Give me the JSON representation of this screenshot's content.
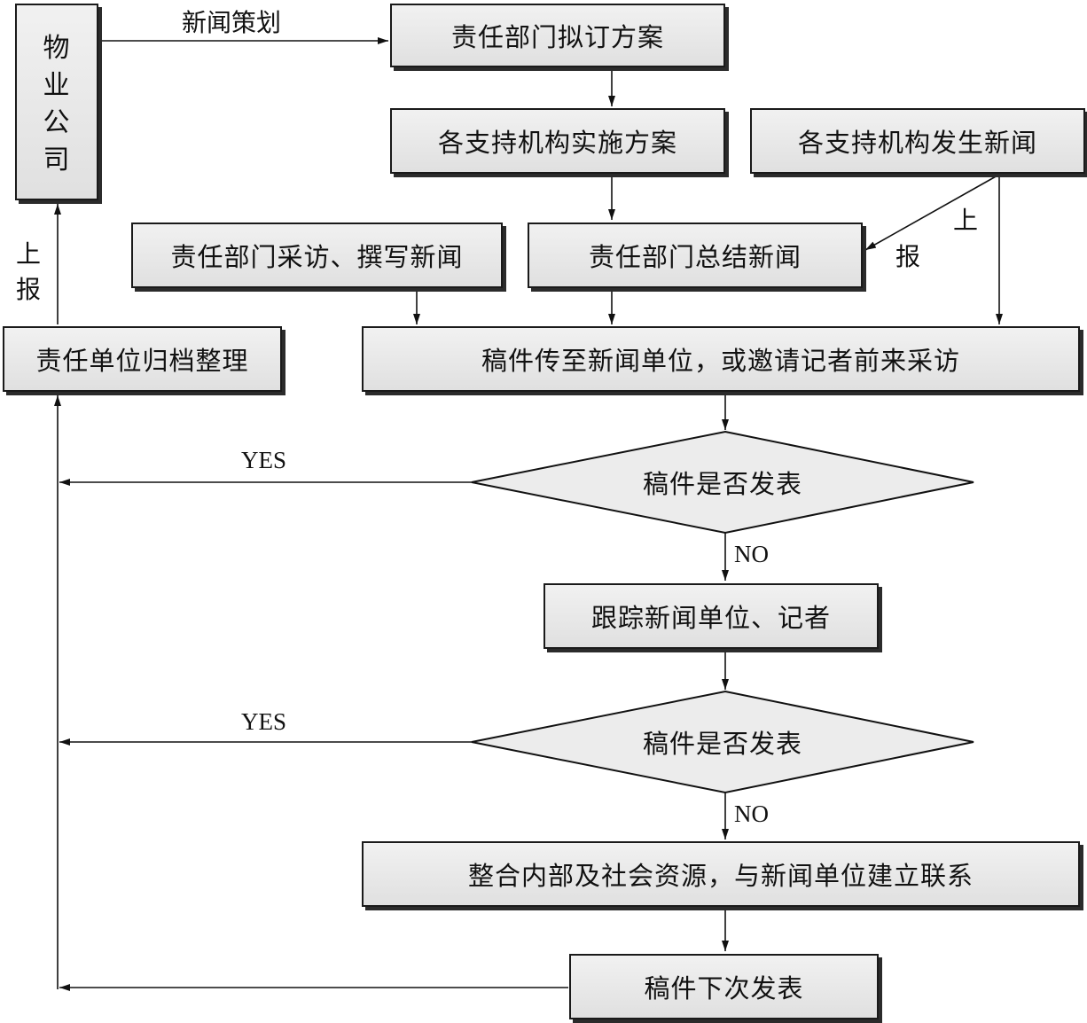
{
  "nodes": {
    "property_company_chars": [
      "物",
      "业",
      "公",
      "司"
    ],
    "resp_plan": "责任部门拟订方案",
    "support_implement": "各支持机构实施方案",
    "support_news": "各支持机构发生新闻",
    "resp_interview": "责任部门采访、撰写新闻",
    "resp_summarize": "责任部门总结新闻",
    "archive": "责任单位归档整理",
    "send_manuscript": "稿件传至新闻单位，或邀请记者前来采访",
    "decision_1": "稿件是否发表",
    "track": "跟踪新闻单位、记者",
    "decision_2": "稿件是否发表",
    "integrate": "整合内部及社会资源，与新闻单位建立联系",
    "next_publish": "稿件下次发表"
  },
  "edge_labels": {
    "news_planning": "新闻策划",
    "report_up_1": "上",
    "report_up_2": "报",
    "report_side_1": "上",
    "report_side_2": "报",
    "yes_1": "YES",
    "no_1": "NO",
    "yes_2": "YES",
    "no_2": "NO"
  }
}
